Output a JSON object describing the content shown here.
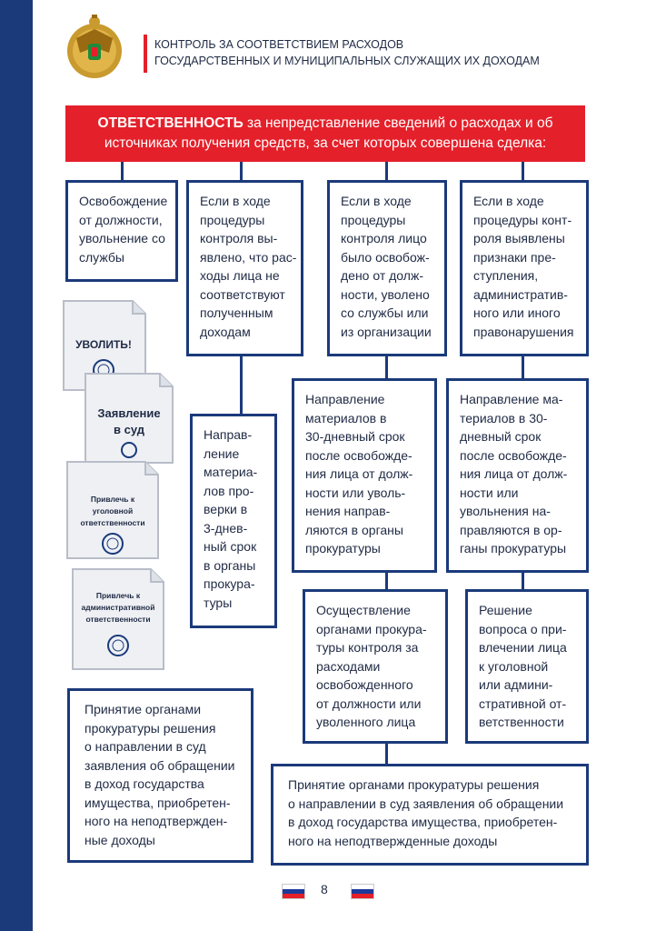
{
  "header": {
    "title_line1": "КОНТРОЛЬ ЗА СООТВЕТСТВИЕМ РАСХОДОВ",
    "title_line2": "ГОСУДАРСТВЕННЫХ И МУНИЦИПАЛЬНЫХ СЛУЖАЩИХ ИХ ДОХОДАМ"
  },
  "banner": {
    "bold": "ОТВЕТСТВЕННОСТЬ",
    "line1_rest": " за непредставление сведений о расходах и об",
    "line2": "источниках получения средств, за счет которых совершена сделка:"
  },
  "boxes": {
    "dismissal": [
      "Освобождение",
      "от должности,",
      "увольнение со",
      "службы"
    ],
    "mismatch": [
      "Если в ходе",
      "процедуры",
      "контроля вы-",
      "явлено, что рас-",
      "ходы лица не",
      "соответствуют",
      "полученным",
      "доходам"
    ],
    "released": [
      "Если в ходе",
      "процедуры",
      "контроля лицо",
      "было освобож-",
      "дено от долж-",
      "ности, уволено",
      "со службы или",
      "из организации"
    ],
    "crime": [
      "Если в ходе",
      "процедуры конт-",
      "роля выявлены",
      "признаки пре-",
      "ступления,",
      "административ-",
      "ного или иного",
      "правонарушения"
    ],
    "send3": [
      "Направ-",
      "ление",
      "материа-",
      "лов про-",
      "верки в",
      "3-днев-",
      "ный срок",
      "в органы",
      "прокура-",
      "туры"
    ],
    "send30a": [
      "Направление",
      "материалов в",
      "30-дневный срок",
      "после освобожде-",
      "ния лица от долж-",
      "ности или уволь-",
      "нения направ-",
      "ляются в органы",
      "прокуратуры"
    ],
    "send30b": [
      "Направление ма-",
      "териалов в 30-",
      "дневный срок",
      "после освобожде-",
      "ния лица от долж-",
      "ности или",
      "увольнения на-",
      "правляются в ор-",
      "ганы прокуратуры"
    ],
    "control": [
      "Осуществление",
      "органами прокура-",
      "туры контроля за",
      "расходами",
      "освобожденного",
      "от должности или",
      "уволенного лица"
    ],
    "decision": [
      "Решение",
      "вопроса о при-",
      "влечении лица",
      "к уголовной",
      "или админи-",
      "стративной от-",
      "ветственности"
    ],
    "court_left": [
      "Принятие органами",
      "прокуратуры решения",
      "о направлении в суд",
      "заявления об обращении",
      "в доход государства",
      "имущества, приобретен-",
      "ного на неподтвержден-",
      "ные доходы"
    ],
    "court_right": [
      "Принятие органами прокуратуры решения",
      "о направлении в суд заявления об обращении",
      "в доход государства имущества, приобретен-",
      "ного на неподтвержденные доходы"
    ]
  },
  "cards": {
    "fire": "УВОЛИТЬ!",
    "court_line1": "Заявление",
    "court_line2": "в суд",
    "criminal": [
      "Привлечь к",
      "уголовной",
      "ответственности"
    ],
    "admin": [
      "Привлечь к",
      "административной",
      "ответственности"
    ]
  },
  "footer": {
    "page_number": "8"
  },
  "colors": {
    "navy": "#1b3a7a",
    "red": "#e4202a",
    "paper": "#eef0f4"
  }
}
